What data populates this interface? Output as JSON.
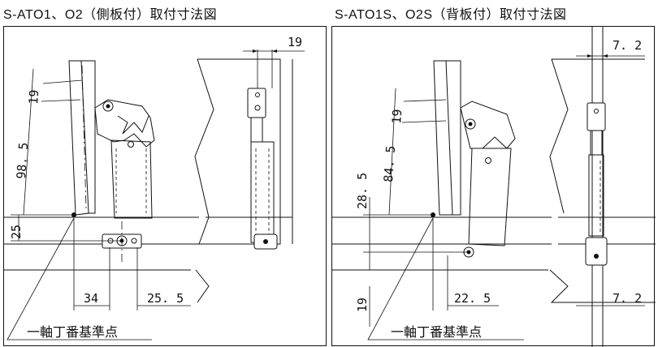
{
  "left": {
    "title": "S-ATO1、O2（側板付）取付寸法図",
    "dims": {
      "d19_top": "19",
      "d19_angled": "19",
      "d98_5": "98. 5",
      "d25": "25",
      "d34": "34",
      "d25_5": "25. 5"
    },
    "reference_label": "一軸丁番基準点"
  },
  "right": {
    "title": "S-ATO1S、O2S（背板付）取付寸法図",
    "dims": {
      "d7_2_top": "7. 2",
      "d19_angled": "19",
      "d84_5": "84. 5",
      "d28_5": "28. 5",
      "d19_bottom": "19",
      "d22_5": "22. 5",
      "d7_2_bottom": "7. 2"
    },
    "reference_label": "一軸丁番基準点"
  }
}
